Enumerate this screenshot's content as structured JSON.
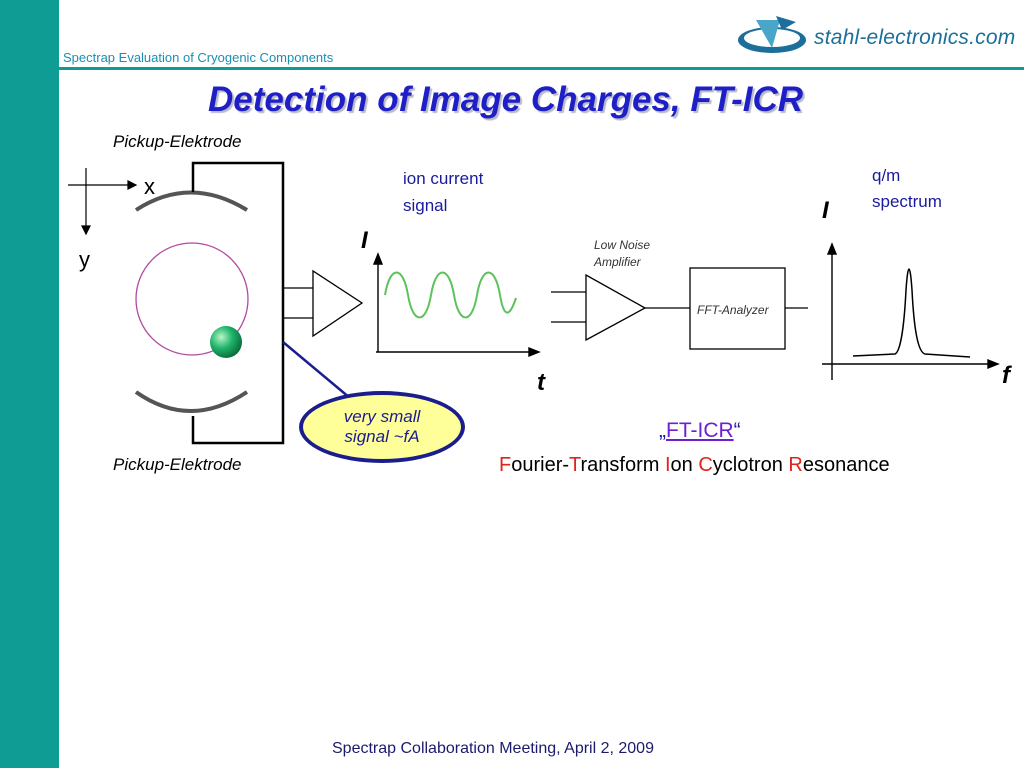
{
  "header": {
    "subtitle": "Spectrap Evaluation of Cryogenic Components",
    "logo_text": "stahl-electronics.com",
    "logo_icon": "stahl-logo-icon"
  },
  "title": "Detection of Image Charges, FT-ICR",
  "diagram": {
    "pickup_top": "Pickup-Elektrode",
    "pickup_bottom": "Pickup-Elektrode",
    "axis_x": "x",
    "axis_y": "y",
    "ion_current_line1": "ion current",
    "ion_current_line2": "signal",
    "signal_axis_i": "I",
    "signal_axis_t": "t",
    "amp_label_line1": "Low Noise",
    "amp_label_line2": "Amplifier",
    "fft_label": "FFT-Analyzer",
    "spectrum_line1": "q/m",
    "spectrum_line2": "spectrum",
    "spectrum_axis_i": "I",
    "spectrum_axis_f": "f",
    "note_line1": "very small",
    "note_line2": "signal ~fA"
  },
  "fticr": {
    "open_quote": "„",
    "link": "FT-ICR",
    "close_quote": "“",
    "expanded": [
      {
        "initial": "F",
        "rest": "ourier-"
      },
      {
        "initial": "T",
        "rest": "ransform "
      },
      {
        "initial": "I",
        "rest": "on "
      },
      {
        "initial": "C",
        "rest": "yclotron "
      },
      {
        "initial": "R",
        "rest": "esonance"
      }
    ]
  },
  "footer": "Spectrap Collaboration Meeting, April 2, 2009",
  "colors": {
    "sidebar": "#0e9c94",
    "title": "#1f1fc8",
    "orbit": "#b04aa0",
    "ion": "#1fb56a",
    "sine": "#5cc35a",
    "accent_red": "#e0241b",
    "note_fill": "#ffff99"
  }
}
